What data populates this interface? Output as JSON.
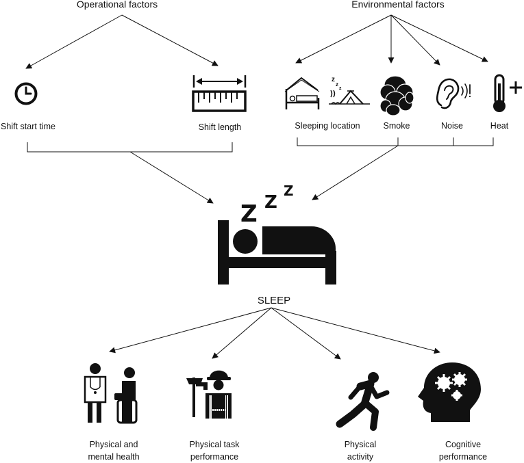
{
  "headers": {
    "operational": "Operational factors",
    "environmental": "Environmental factors"
  },
  "operational_factors": {
    "shift_start": "Shift start time",
    "shift_length": "Shift length"
  },
  "environmental_factors": {
    "sleeping_location": "Sleeping location",
    "smoke": "Smoke",
    "noise": "Noise",
    "heat": "Heat"
  },
  "center": {
    "label": "SLEEP"
  },
  "outcomes": {
    "health": [
      "Physical and",
      "mental health"
    ],
    "task": [
      "Physical task",
      "performance"
    ],
    "activity": [
      "Physical",
      "activity"
    ],
    "cognitive": [
      "Cognitive",
      "performance"
    ]
  },
  "icons": {
    "shift_start": "clock-icon",
    "shift_length": "ruler-icon",
    "sleeping_location": "bed-in-shelter-icon",
    "tent": "tent-icon",
    "smoke": "smoke-cloud-icon",
    "noise": "ear-noise-icon",
    "heat": "thermometer-plus-icon",
    "sleep": "sleeping-person-bed-icon",
    "health": "doctor-patient-icon",
    "task": "firefighter-icon",
    "activity": "runner-icon",
    "cognitive": "head-gears-icon"
  },
  "colors": {
    "ink": "#111111",
    "background": "#ffffff"
  }
}
